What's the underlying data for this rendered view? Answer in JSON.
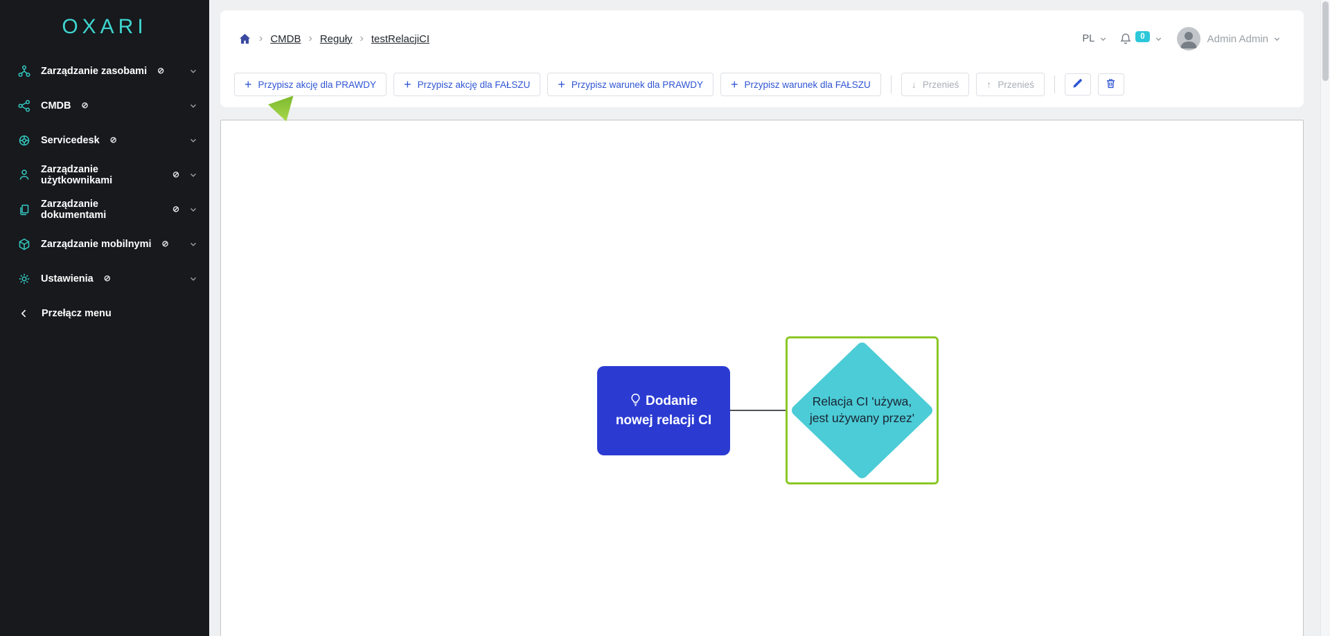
{
  "brand": {
    "logo": "OXARI",
    "accent_color": "#3ED6CF"
  },
  "sidebar": {
    "items": [
      {
        "label": "Zarządzanie zasobami",
        "icon": "resources-icon"
      },
      {
        "label": "CMDB",
        "icon": "cmdb-icon"
      },
      {
        "label": "Servicedesk",
        "icon": "servicedesk-icon"
      },
      {
        "label": "Zarządzanie użytkownikami",
        "icon": "users-icon"
      },
      {
        "label": "Zarządzanie dokumentami",
        "icon": "documents-icon"
      },
      {
        "label": "Zarządzanie mobilnymi",
        "icon": "mobile-icon"
      },
      {
        "label": "Ustawienia",
        "icon": "settings-icon"
      }
    ],
    "blocked_glyph": "⊘",
    "collapse_label": "Przełącz menu"
  },
  "header": {
    "breadcrumb": {
      "items": [
        "CMDB",
        "Reguły",
        "testRelacjiCI"
      ]
    },
    "language": "PL",
    "notifications_count": "0",
    "user_name": "Admin Admin"
  },
  "toolbar": {
    "assign_buttons": [
      {
        "label": "Przypisz akcję dla PRAWDY"
      },
      {
        "label": "Przypisz akcję dla FAŁSZU"
      },
      {
        "label": "Przypisz warunek dla PRAWDY"
      },
      {
        "label": "Przypisz warunek dla FAŁSZU"
      }
    ],
    "move_down": {
      "label": "Przenieś",
      "glyph": "↓"
    },
    "move_up": {
      "label": "Przenieś",
      "glyph": "↑"
    }
  },
  "canvas": {
    "action_node": {
      "text": "Dodanie nowej relacji CI"
    },
    "condition_node": {
      "text": "Relacja CI 'używa, jest używany przez'"
    }
  },
  "colors": {
    "accent_blue": "#2F55D4",
    "node_blue": "#2B3BD2",
    "diamond_teal": "#4BCCD6",
    "selection_green": "#8BC727",
    "badge_cyan": "#2CC8D9",
    "sidebar_bg": "#17191D"
  }
}
